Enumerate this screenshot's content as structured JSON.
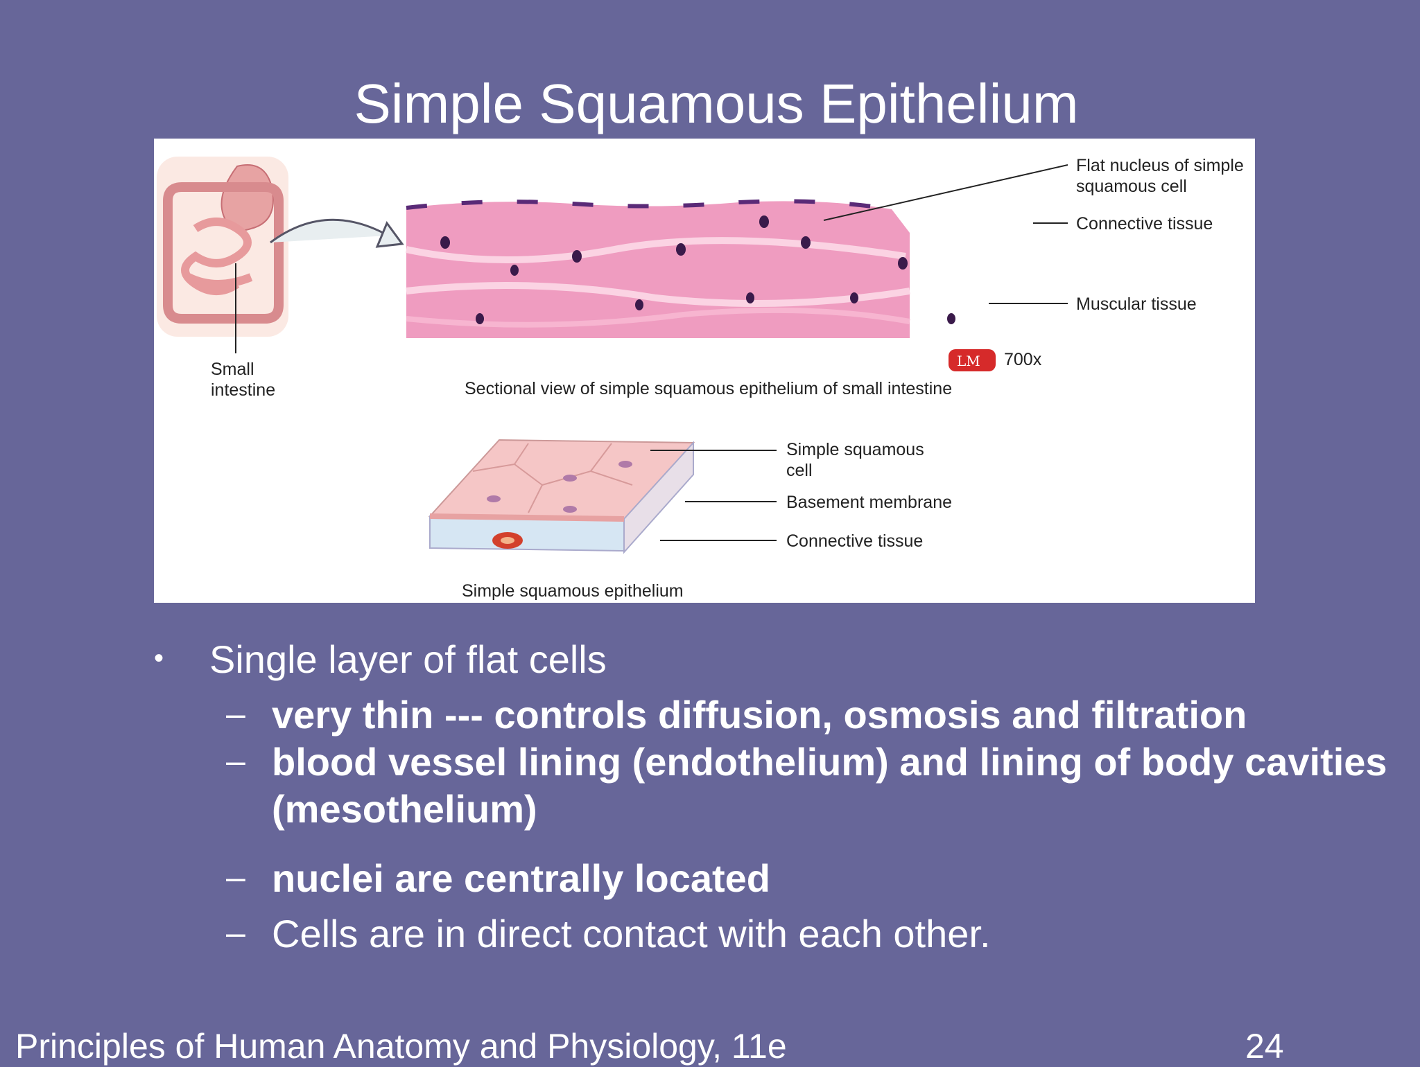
{
  "slide": {
    "title": "Simple Squamous Epithelium",
    "footer": "Principles of Human Anatomy and Physiology, 11e",
    "page_number": "24"
  },
  "figure": {
    "organ_label": [
      "Small",
      "intestine"
    ],
    "micrograph_labels": {
      "flat_nucleus": [
        "Flat nucleus of simple",
        "squamous cell"
      ],
      "connective_tissue": "Connective tissue",
      "muscular_tissue": "Muscular tissue",
      "lm_badge": "LM",
      "magnification": "700x",
      "caption": "Sectional view of simple squamous epithelium of small intestine"
    },
    "diagram_labels": {
      "simple_squamous_cell": [
        "Simple squamous",
        "cell"
      ],
      "basement_membrane": "Basement membrane",
      "connective_tissue": "Connective tissue",
      "caption": "Simple squamous epithelium"
    }
  },
  "bullets": {
    "main": "Single layer of flat cells",
    "dash_marker": "–",
    "bullet_marker": "•",
    "sub1": "very thin --- controls diffusion, osmosis and filtration",
    "sub2_line1": "blood vessel lining (endothelium) and lining of body cavities",
    "sub2_line2": "(mesothelium)",
    "sub3": "nuclei are centrally located",
    "sub4": "Cells are in direct contact with each other."
  }
}
